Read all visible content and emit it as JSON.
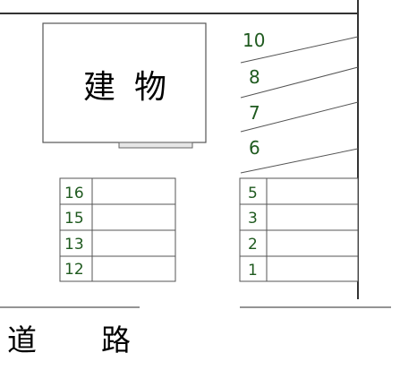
{
  "building": {
    "label_char_1": "建",
    "label_char_2": "物"
  },
  "road": {
    "label_char_1": "道",
    "label_char_2": "路"
  },
  "angled_slots": [
    "10",
    "8",
    "7",
    "6"
  ],
  "left_slots": [
    "16",
    "15",
    "13",
    "12"
  ],
  "right_slots": [
    "5",
    "3",
    "2",
    "1"
  ]
}
